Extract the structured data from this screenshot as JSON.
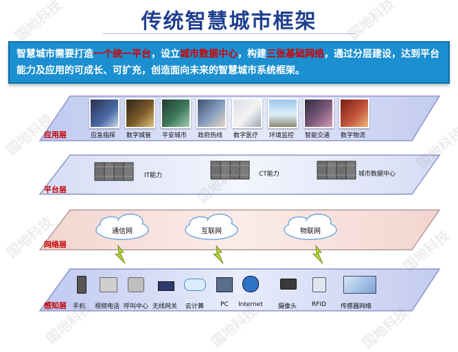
{
  "title": "传统智慧城市框架",
  "banner": {
    "p1": "智慧城市需要打造",
    "h1": "一个统一平台",
    "p2": "，设立",
    "h2": "城市数据中心",
    "p3": "，构建",
    "h3": "三张基础网络",
    "p4": "，通过分层建设，达到平台能力及应用的可成长、可扩充，创造面向未来的智慧城市系统框架。"
  },
  "watermark": "国地科技",
  "layers": {
    "application": {
      "label": "应用层",
      "items": [
        "应急指挥",
        "数字城管",
        "平安城市",
        "政府热线",
        "数字医疗",
        "环境监控",
        "智能交通",
        "数字物流"
      ]
    },
    "platform": {
      "label": "平台层",
      "items": [
        "IT能力",
        "CT能力",
        "城市数据中心"
      ]
    },
    "network": {
      "label": "网络层",
      "items": [
        "通信网",
        "互联网",
        "物联网"
      ]
    },
    "perception": {
      "label": "感知层",
      "items": [
        "手机",
        "视频电话",
        "呼叫中心",
        "无线网关",
        "云计算",
        "PC",
        "Internet",
        "摄像头",
        "RFID",
        "传感器网络"
      ]
    }
  },
  "colors": {
    "title": "#1f3f8f",
    "banner_bg": "#1b8fd0",
    "highlight": "#d10000",
    "layer_label": "#c40000"
  }
}
